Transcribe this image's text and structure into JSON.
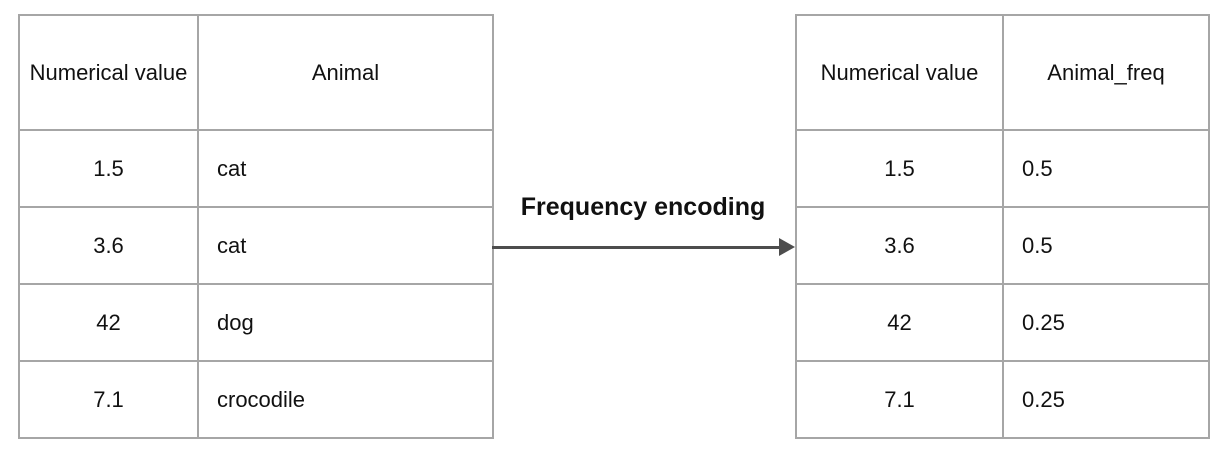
{
  "diagram": {
    "transform_label": "Frequency encoding",
    "border_color": "#a6a6a6",
    "arrow_color": "#4d4d4d",
    "text_color": "#111111"
  },
  "left_table": {
    "headers": [
      "Numerical value",
      "Animal"
    ],
    "rows": [
      [
        "1.5",
        "cat"
      ],
      [
        "3.6",
        "cat"
      ],
      [
        "42",
        "dog"
      ],
      [
        "7.1",
        "crocodile"
      ]
    ]
  },
  "right_table": {
    "headers": [
      "Numerical value",
      "Animal_freq"
    ],
    "rows": [
      [
        "1.5",
        "0.5"
      ],
      [
        "3.6",
        "0.5"
      ],
      [
        "42",
        "0.25"
      ],
      [
        "7.1",
        "0.25"
      ]
    ]
  }
}
